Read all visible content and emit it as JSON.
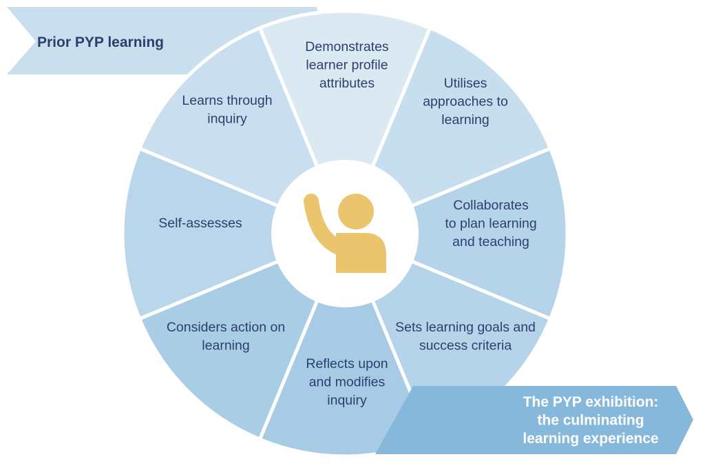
{
  "banners": {
    "prior": {
      "lines": [
        "Prior PYP learning"
      ]
    },
    "exhibition": {
      "lines": [
        "The PYP exhibition:",
        "the culminating",
        "learning experience"
      ]
    }
  },
  "segments": [
    {
      "id": "demonstrates",
      "lines": [
        "Demonstrates",
        "learner profile",
        "attributes"
      ],
      "color": "#dbe9f3"
    },
    {
      "id": "utilises",
      "lines": [
        "Utilises",
        "approaches to",
        "learning"
      ],
      "color": "#c7deee"
    },
    {
      "id": "collaborates",
      "lines": [
        "Collaborates",
        "to plan learning",
        "and teaching"
      ],
      "color": "#b5d4ea"
    },
    {
      "id": "sets-goals",
      "lines": [
        "Sets learning goals and",
        "success criteria"
      ],
      "color": "#b5d4ea"
    },
    {
      "id": "reflects",
      "lines": [
        "Reflects upon",
        "and modifies",
        "inquiry"
      ],
      "color": "#a8cbe5"
    },
    {
      "id": "considers",
      "lines": [
        "Considers action on",
        "learning"
      ],
      "color": "#aacde6"
    },
    {
      "id": "self-assesses",
      "lines": [
        "Self-assesses"
      ],
      "color": "#b9d6eb"
    },
    {
      "id": "learns",
      "lines": [
        "Learns through",
        "inquiry"
      ],
      "color": "#c9dfef"
    }
  ],
  "colors": {
    "text": "#2b3f6e",
    "prior_banner": "#c9dfee",
    "exhibition_banner": "#86b8dc",
    "center_icon": "#ebc56e",
    "center_circle": "#ffffff"
  },
  "center_icon": "raised-hand-learner-icon"
}
